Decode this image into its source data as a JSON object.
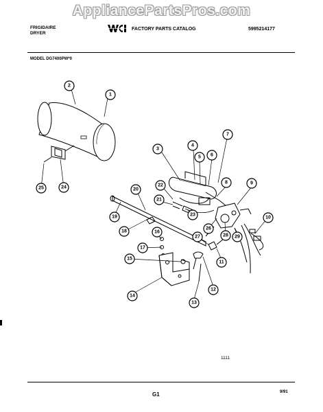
{
  "watermark": "AppliancePartsPros.com",
  "header": {
    "brand_line1": "FRIGIDAIRE",
    "brand_line2": "DRYER",
    "catalog": "FACTORY PARTS CATALOG",
    "part_number": "5995214177",
    "model": "MODEL DG7400PW*0"
  },
  "callouts": [
    "1",
    "2",
    "3",
    "4",
    "5",
    "6",
    "7",
    "8",
    "9",
    "10",
    "11",
    "12",
    "13",
    "14",
    "15",
    "16",
    "17",
    "18",
    "19",
    "20",
    "21",
    "22",
    "23",
    "24",
    "25",
    "26",
    "27",
    "28",
    "29"
  ],
  "footer": {
    "illustration_number": "1111",
    "page": "G1",
    "date": "9/91"
  }
}
